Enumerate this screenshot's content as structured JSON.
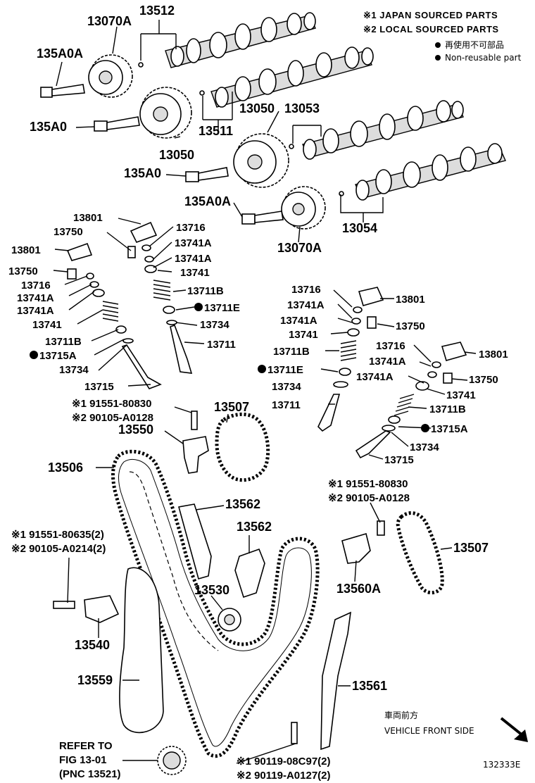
{
  "legend": {
    "note1": "※1 JAPAN SOURCED PARTS",
    "note2": "※2 LOCAL SOURCED PARTS",
    "reuse_jp": "再使用不可部品",
    "reuse_en": "Non-reusable part"
  },
  "labels": {
    "p13512": "13512",
    "p13070A_top": "13070A",
    "p135A0A_top": "135A0A",
    "p135A0_left": "135A0",
    "p13050_left": "13050",
    "p13511": "13511",
    "p13050_right": "13050",
    "p13053": "13053",
    "p135A0_mid": "135A0",
    "p135A0A_mid": "135A0A",
    "p13054": "13054",
    "p13070A_mid": "13070A",
    "p13801_a": "13801",
    "p13750_a": "13750",
    "p13716_a": "13716",
    "p13741A_a": "13741A",
    "p13741A_b": "13741A",
    "p13801_b": "13801",
    "p13741_a": "13741",
    "p13750_b": "13750",
    "p13711B_a": "13711B",
    "p13716_b": "13716",
    "p13711E_a": "13711E",
    "p13741A_c": "13741A",
    "p13741A_d": "13741A",
    "p13734_a": "13734",
    "p13741_b": "13741",
    "p13711_a": "13711",
    "p13711B_b": "13711B",
    "p13715A_a": "13715A",
    "p13734_b": "13734",
    "p13715_a": "13715",
    "p13716_c": "13716",
    "p13801_c": "13801",
    "p13741A_e": "13741A",
    "p13741A_f": "13741A",
    "p13750_c": "13750",
    "p13741_c": "13741",
    "p13716_d": "13716",
    "p13801_d": "13801",
    "p13711B_c": "13711B",
    "p13741A_g": "13741A",
    "p13711E_b": "13711E",
    "p13741A_h": "13741A",
    "p13750_d": "13750",
    "p13734_c": "13734",
    "p13741_d": "13741",
    "p13711_b": "13711",
    "p13711B_d": "13711B",
    "p13715A_b": "13715A",
    "p13734_d": "13734",
    "p13715_b": "13715",
    "bolt1_jp": "※1 91551-80830",
    "bolt1_local": "※2 90105-A0128",
    "p13507_a": "13507",
    "p13550": "13550",
    "p13506": "13506",
    "p13562_a": "13562",
    "p13562_b": "13562",
    "bolt2_jp": "※1 91551-80830",
    "bolt2_local": "※2 90105-A0128",
    "bolt3_jp": "※1 91551-80635(2)",
    "bolt3_local": "※2 90105-A0214(2)",
    "p13530": "13530",
    "p13507_b": "13507",
    "p13560A": "13560A",
    "p13540": "13540",
    "p13559": "13559",
    "p13561": "13561",
    "front_jp": "車両前方",
    "front_en": "VEHICLE FRONT SIDE",
    "refer1": "REFER TO",
    "refer2": "FIG 13-01",
    "refer3": "(PNC 13521)",
    "bolt4_jp": "※1 90119-08C97(2)",
    "bolt4_local": "※2 90119-A0127(2)",
    "fig_id": "132333E"
  }
}
